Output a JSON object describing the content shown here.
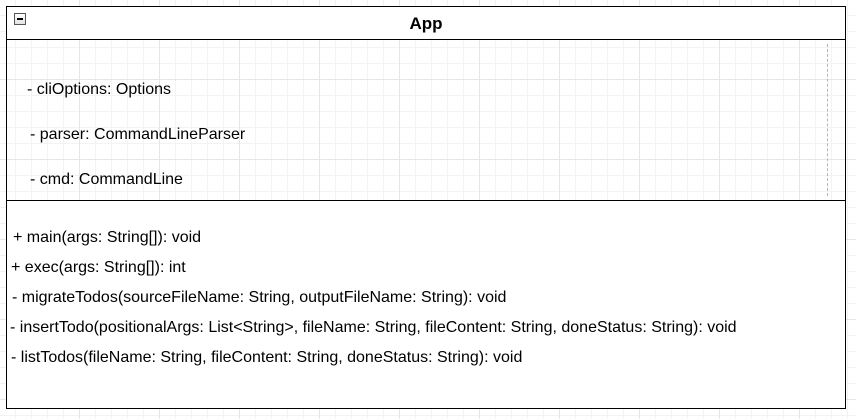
{
  "class_box": {
    "name": "App",
    "attributes": [
      "- cliOptions: Options",
      "- parser: CommandLineParser",
      "- cmd: CommandLine"
    ],
    "operations": [
      "+ main(args: String[]): void",
      "+ exec(args: String[]): int",
      "- migrateTodos(sourceFileName: String, outputFileName: String): void",
      "- insertTodo(positionalArgs: List<String>, fileName: String, fileContent: String, doneStatus: String): void",
      "- listTodos(fileName: String, fileContent: String, doneStatus: String): void"
    ]
  },
  "icons": {
    "collapse": "minus-box-icon"
  },
  "colors": {
    "border": "#000000",
    "grid": "#e6e6e6",
    "background": "#ffffff"
  }
}
